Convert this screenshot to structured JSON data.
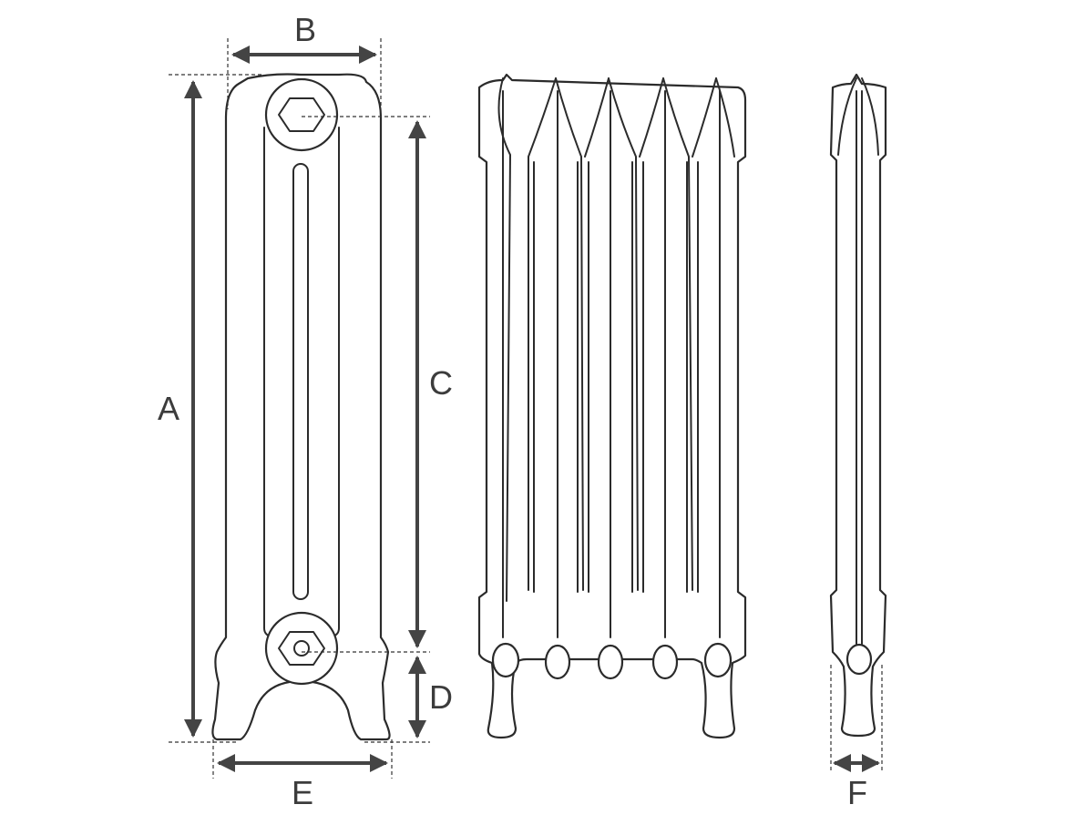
{
  "diagram": {
    "labels": {
      "A": "A",
      "B": "B",
      "C": "C",
      "D": "D",
      "E": "E",
      "F": "F"
    },
    "colors": {
      "line": "#2b2b2b",
      "dimension": "#444444",
      "label": "#3c3c3c",
      "background": "#ffffff"
    }
  }
}
